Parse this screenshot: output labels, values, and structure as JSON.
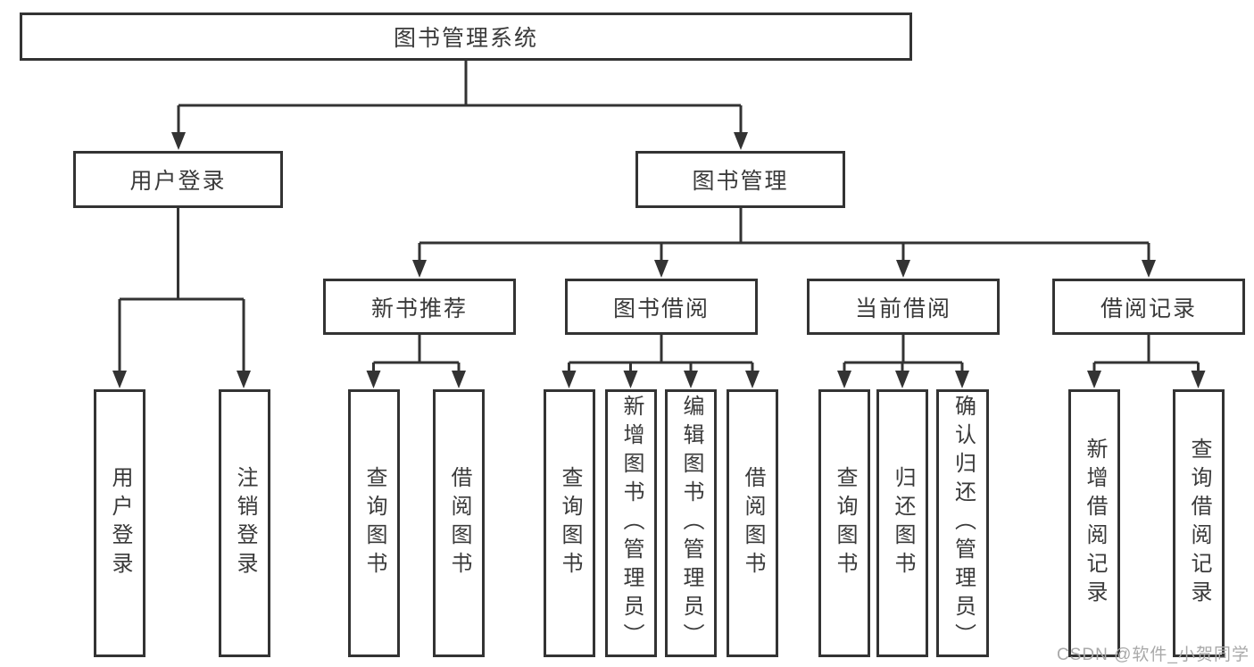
{
  "diagram": {
    "title": "图书管理系统",
    "branches": [
      {
        "label": "用户登录",
        "leaves": [
          "用户登录",
          "注销登录"
        ]
      },
      {
        "label": "图书管理",
        "groups": [
          {
            "label": "新书推荐",
            "leaves": [
              "查询图书",
              "借阅图书"
            ]
          },
          {
            "label": "图书借阅",
            "leaves": [
              "查询图书",
              "新增图书（管理员）",
              "编辑图书（管理员）",
              "借阅图书"
            ]
          },
          {
            "label": "当前借阅",
            "leaves": [
              "查询图书",
              "归还图书",
              "确认归还（管理员）"
            ]
          },
          {
            "label": "借阅记录",
            "leaves": [
              "新增借阅记录",
              "查询借阅记录"
            ]
          }
        ]
      }
    ]
  },
  "watermark": "CSDN @软件_小贺同学",
  "colors": {
    "line": "#333333",
    "text": "#3a3a3a",
    "background": "#ffffff",
    "watermark": "#a9a9a9"
  }
}
